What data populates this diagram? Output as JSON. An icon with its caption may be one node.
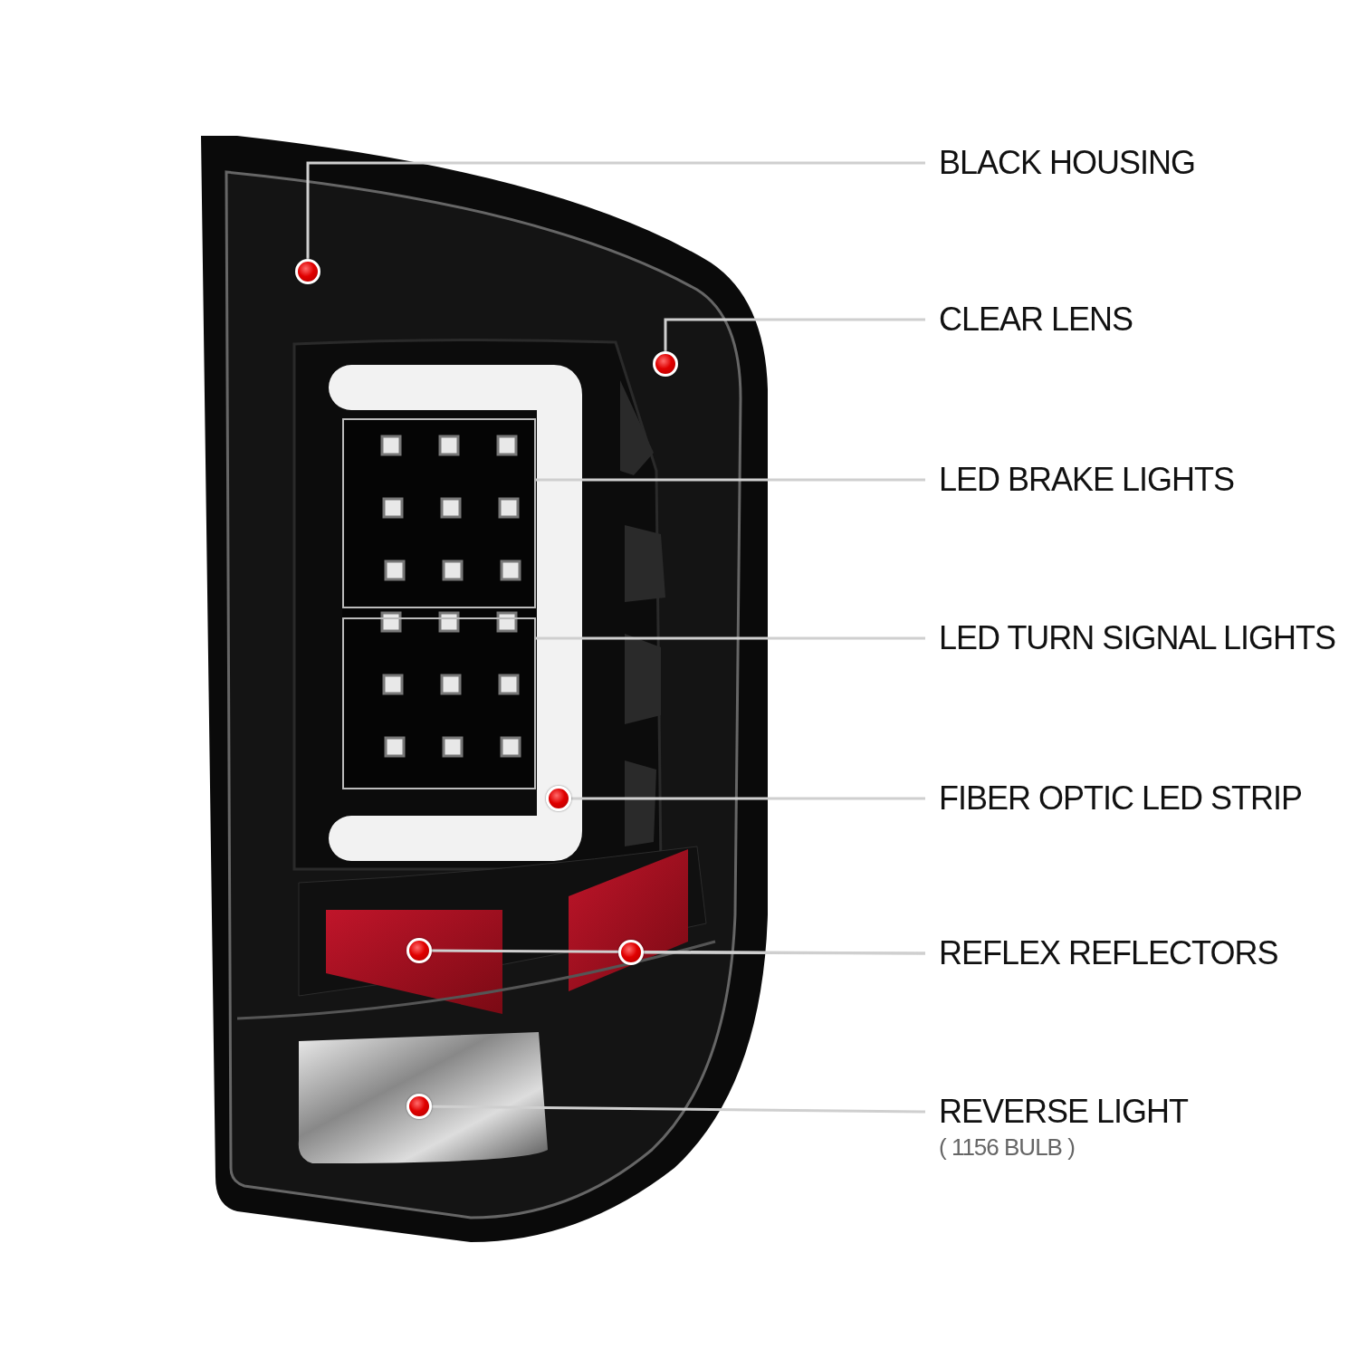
{
  "diagram": {
    "nodes": [
      {
        "text": [
          "BLACK HOUSING"
        ]
      },
      {
        "text": [],
        "shape": "circle"
      },
      {
        "text": [
          "CLEAR LENS"
        ]
      },
      {
        "text": [],
        "shape": "circle"
      },
      {
        "text": [
          "LED BRAKE LIGHTS"
        ]
      },
      {
        "text": [],
        "shape": "box"
      },
      {
        "text": [
          "LED TURN SIGNAL LIGHTS"
        ]
      },
      {
        "text": [],
        "shape": "box"
      },
      {
        "text": [
          "FIBER OPTIC LED STRIP"
        ]
      },
      {
        "text": [],
        "shape": "circle"
      },
      {
        "text": [
          "REFLEX REFLECTORS"
        ]
      },
      {
        "text": [],
        "shape": "circle"
      },
      {
        "text": [],
        "shape": "circle"
      },
      {
        "text": [
          "REVERSE LIGHT",
          "( 1156 BULB )"
        ]
      },
      {
        "text": [],
        "shape": "circle"
      }
    ],
    "edges": [
      {
        "from": 0,
        "to": 1,
        "arrow": "none"
      },
      {
        "from": 2,
        "to": 3,
        "arrow": "none"
      },
      {
        "from": 4,
        "to": 5,
        "arrow": "none"
      },
      {
        "from": 6,
        "to": 7,
        "arrow": "none"
      },
      {
        "from": 8,
        "to": 9,
        "arrow": "none"
      },
      {
        "from": 10,
        "to": 12,
        "arrow": "none"
      },
      {
        "from": 10,
        "to": 11,
        "arrow": "none"
      },
      {
        "from": 13,
        "to": 14,
        "arrow": "none"
      }
    ]
  }
}
